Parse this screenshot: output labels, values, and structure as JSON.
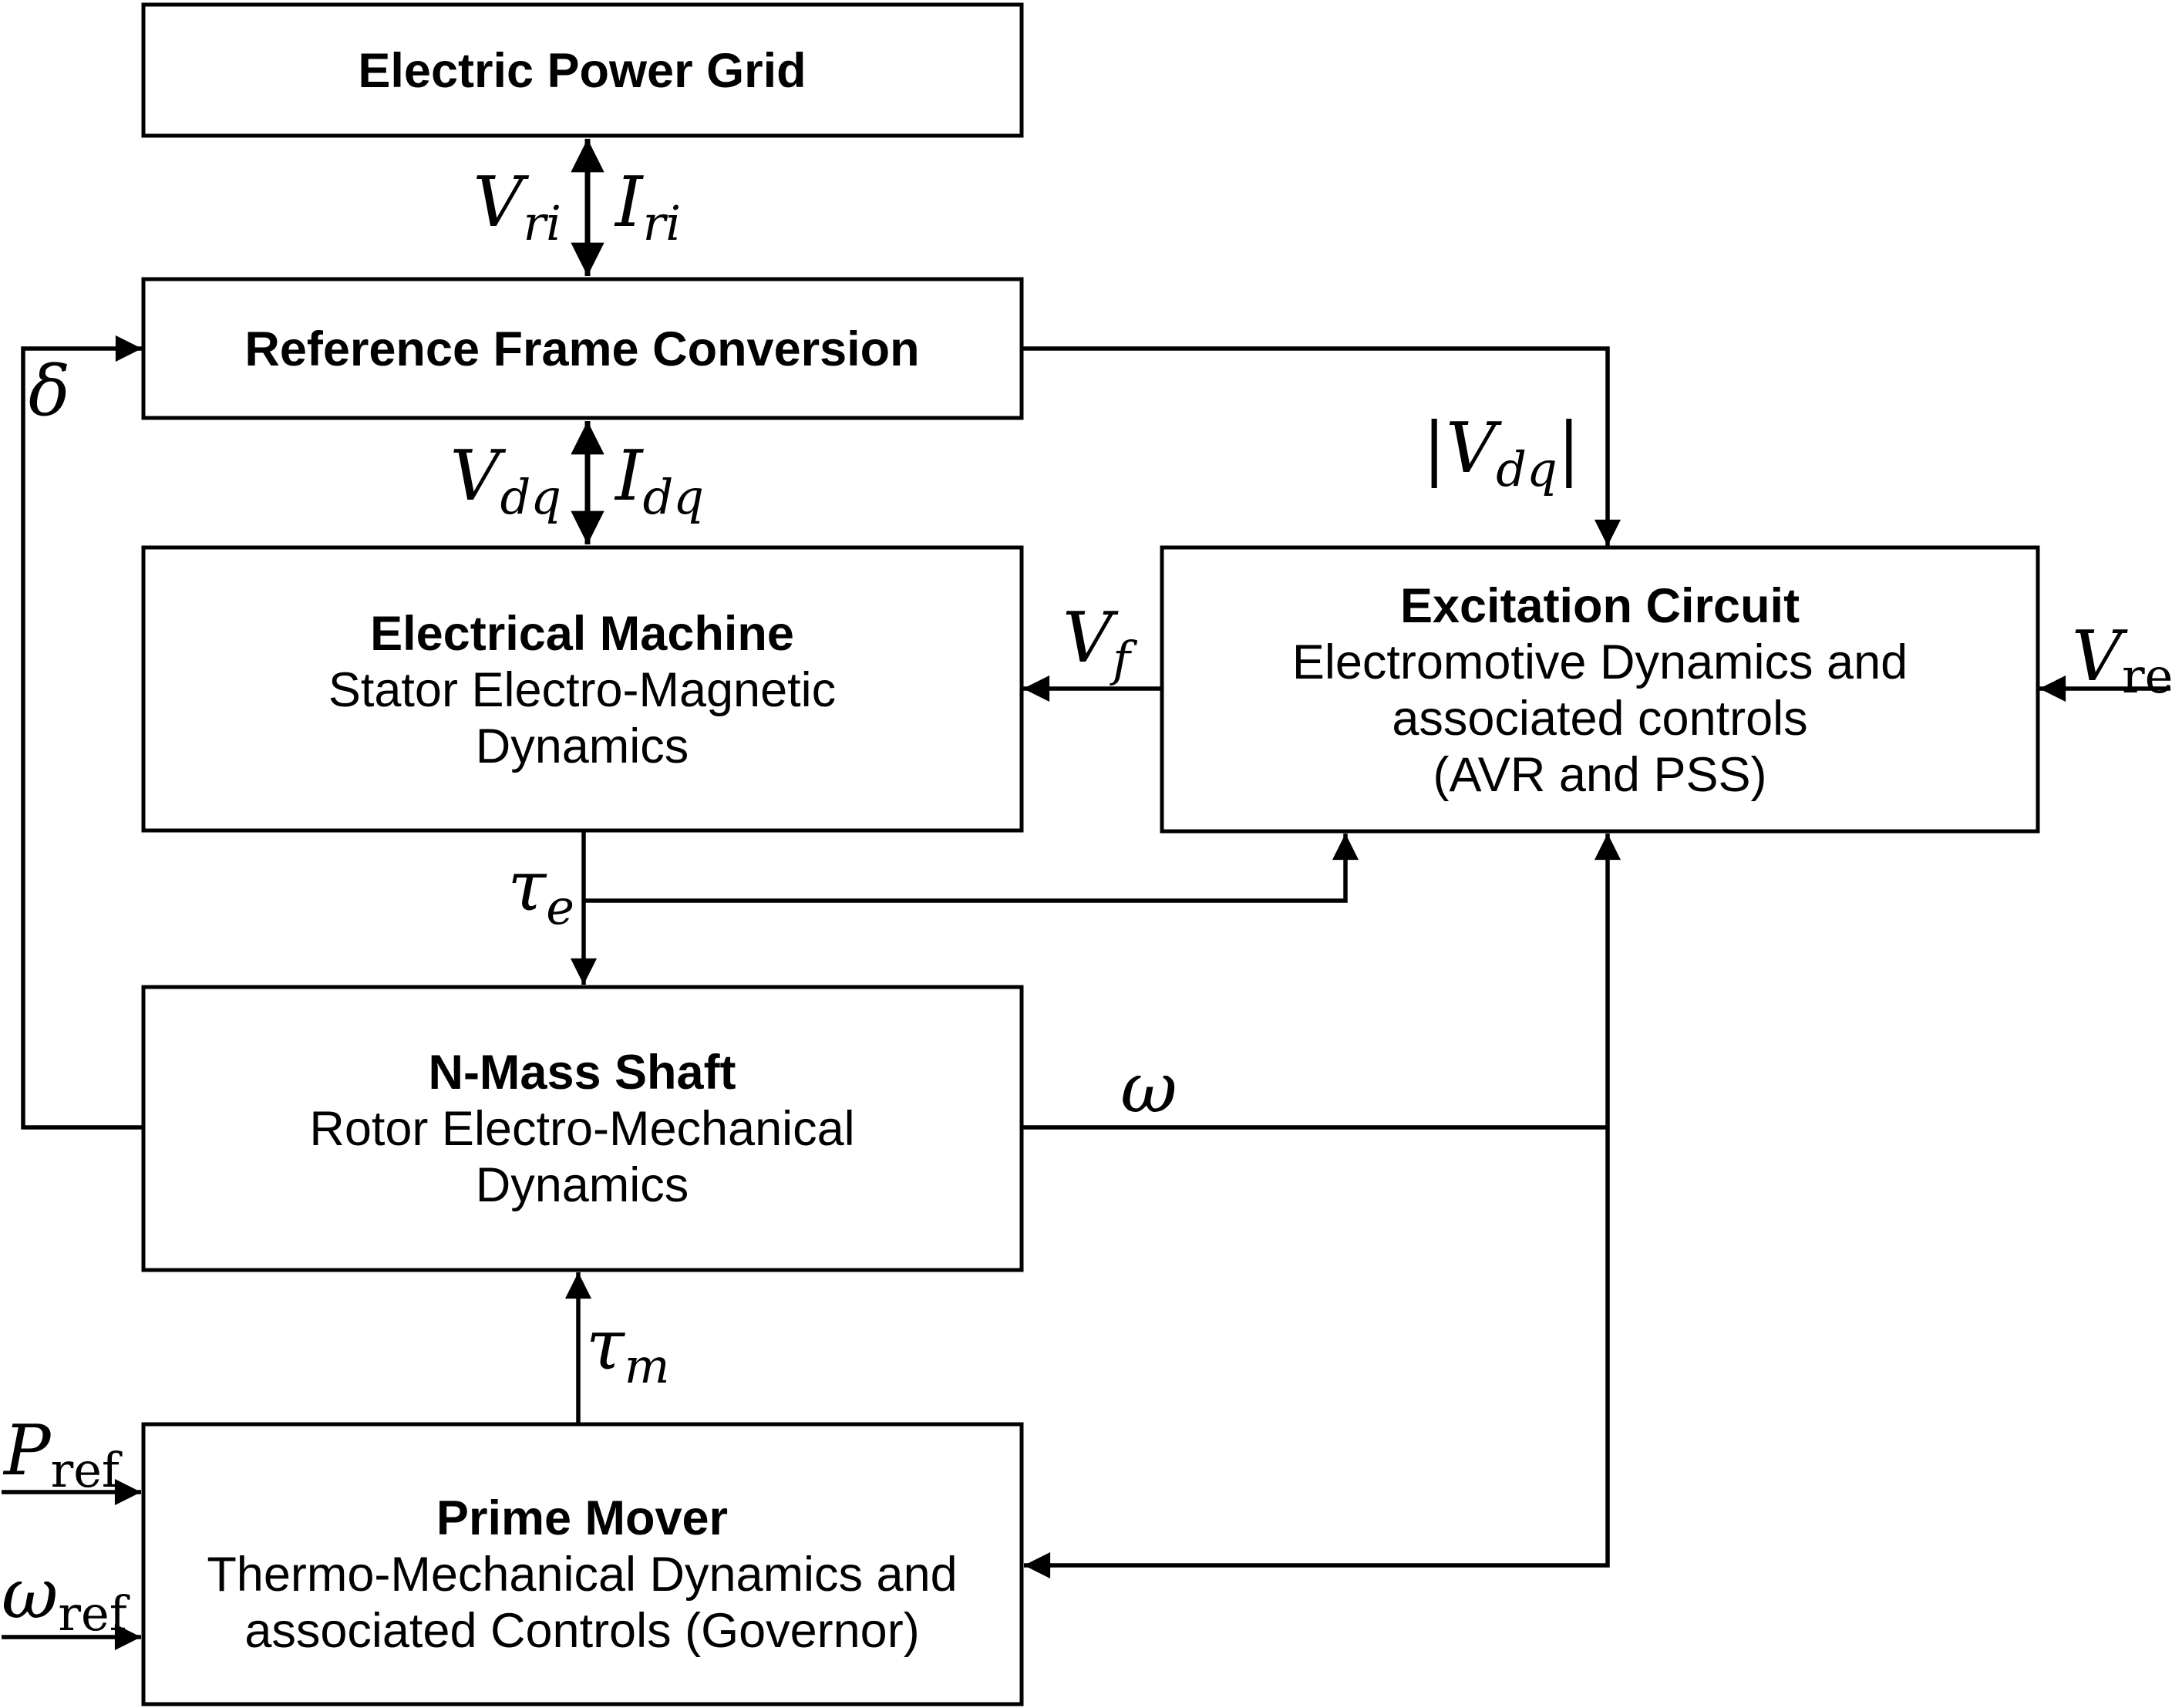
{
  "diagram": {
    "colors": {
      "background": "#ffffff",
      "stroke": "#000000",
      "text": "#000000"
    },
    "blocks": {
      "grid": {
        "title": "Electric Power Grid"
      },
      "rfc": {
        "title": "Reference Frame Conversion"
      },
      "machine": {
        "title": "Electrical Machine",
        "sub1": "Stator Electro-Magnetic",
        "sub2": "Dynamics"
      },
      "excitation": {
        "title": "Excitation Circuit",
        "sub1": "Electromotive Dynamics and",
        "sub2": "associated controls",
        "sub3": "(AVR and PSS)"
      },
      "shaft": {
        "title": "N-Mass Shaft",
        "sub1": "Rotor Electro-Mechanical",
        "sub2": "Dynamics"
      },
      "prime_mover": {
        "title": "Prime Mover",
        "sub1": "Thermo-Mechanical Dynamics and",
        "sub2": "associated Controls (Governor)"
      }
    },
    "signals": {
      "v_ri": {
        "main": "V",
        "sub": "ri"
      },
      "i_ri": {
        "main": "I",
        "sub": "ri"
      },
      "v_dq": {
        "main": "V",
        "sub": "dq"
      },
      "i_dq": {
        "main": "I",
        "sub": "dq"
      },
      "v_dq_mag": {
        "open_bar": "|",
        "main": "V",
        "sub": "dq",
        "close_bar": "|"
      },
      "v_f": {
        "main": "V",
        "sub": "f"
      },
      "v_ref": {
        "main": "V",
        "sub": "ref"
      },
      "tau_e": {
        "main": "τ",
        "sub": "e"
      },
      "tau_m": {
        "main": "τ",
        "sub": "m"
      },
      "omega": {
        "main": "ω"
      },
      "delta": {
        "main": "δ"
      },
      "p_ref": {
        "main": "P",
        "sub": "ref"
      },
      "omega_ref": {
        "main": "ω",
        "sub": "ref"
      }
    }
  }
}
